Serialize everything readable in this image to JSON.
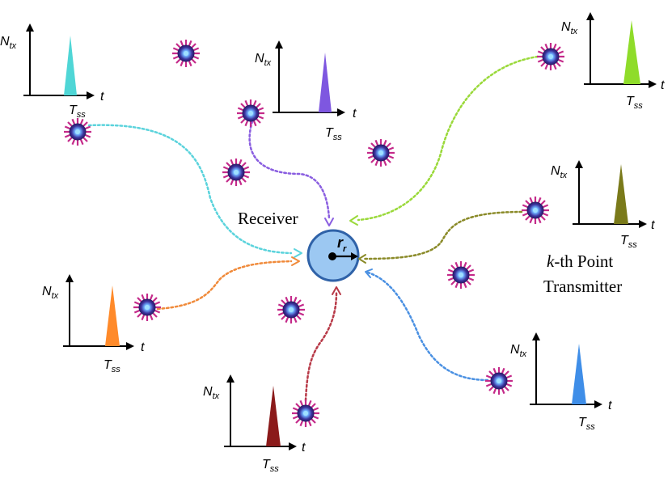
{
  "receiver": {
    "label": "Receiver",
    "radius_symbol": "r",
    "radius_subscript": "r",
    "fill_color": "#9cc8f2",
    "stroke_color": "#2f62a8"
  },
  "transmitter_label": {
    "k_symbol": "k",
    "line1_rest": "-th Point",
    "line2": "Transmitter"
  },
  "axis_labels": {
    "y_main": "N",
    "y_sub": "tx",
    "x": "t",
    "tick_main": "T",
    "tick_sub": "ss"
  },
  "pulse_colors": [
    "#4fd6d6",
    "#7e57e0",
    "#8fdc2a",
    "#7a7a1a",
    "#ff8a2a",
    "#8b1a1a",
    "#3f8ee8"
  ],
  "arrow_colors": [
    "#5bd3dc",
    "#8a5ee0",
    "#9ad93a",
    "#8a8a28",
    "#f08a3a",
    "#b83a48",
    "#4a90e2"
  ],
  "molecule_icon": "virus-molecule-icon"
}
